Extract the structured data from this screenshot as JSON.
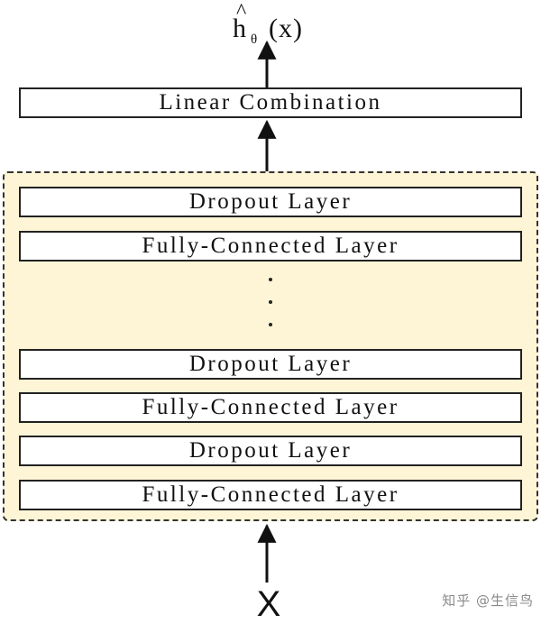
{
  "output": {
    "hat": "^",
    "symbol": "h",
    "subscript": "θ",
    "argument": "(x)"
  },
  "linear_combination": {
    "label": "Linear Combination"
  },
  "layer_stack": {
    "top_layers": [
      {
        "label": "Dropout Layer"
      },
      {
        "label": "Fully-Connected Layer"
      }
    ],
    "ellipsis": "⋮",
    "bottom_layers": [
      {
        "label": "Dropout Layer"
      },
      {
        "label": "Fully-Connected Layer"
      },
      {
        "label": "Dropout Layer"
      },
      {
        "label": "Fully-Connected Layer"
      }
    ]
  },
  "input": {
    "label": "X"
  },
  "watermark": {
    "text": "知乎 @生信鸟"
  },
  "colors": {
    "stack_fill": "#fdf5d6",
    "stroke": "#222222"
  }
}
